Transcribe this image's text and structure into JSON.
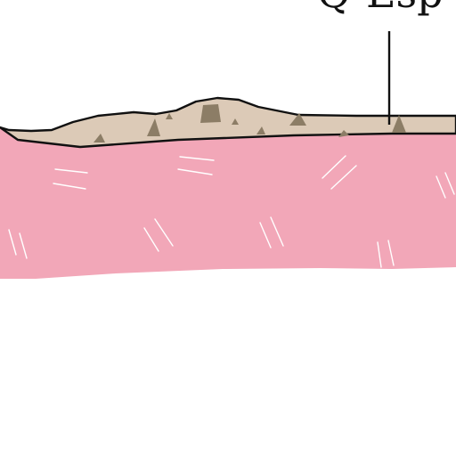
{
  "diagram": {
    "callout": {
      "label": "Q-Esp"
    },
    "layers": [
      {
        "name": "surface-sediment-layer",
        "fill": "#dccab7",
        "grain_color": "#8c7d66"
      },
      {
        "name": "pink-rock-layer",
        "fill": "#f2a7b8",
        "hatch_color": "#ffffff"
      }
    ],
    "outline_color": "#111111",
    "background": "#ffffff"
  }
}
